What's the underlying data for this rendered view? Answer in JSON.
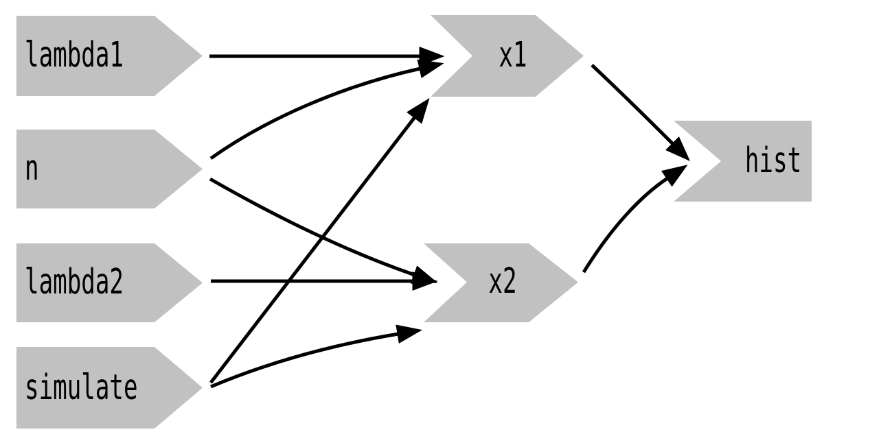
{
  "diagram": {
    "kind": "dependency-graph",
    "background_color": "#ffffff",
    "node_fill_color": "#c1c1c1",
    "edge_color": "#000000",
    "label_color": "#000000",
    "nodes": [
      {
        "id": "lambda1",
        "label": "lambda1",
        "shape": "arrow-right"
      },
      {
        "id": "n",
        "label": "n",
        "shape": "arrow-right"
      },
      {
        "id": "lambda2",
        "label": "lambda2",
        "shape": "arrow-right"
      },
      {
        "id": "simulate",
        "label": "simulate",
        "shape": "arrow-right"
      },
      {
        "id": "x1",
        "label": "x1",
        "shape": "chevron"
      },
      {
        "id": "x2",
        "label": "x2",
        "shape": "chevron"
      },
      {
        "id": "hist",
        "label": "hist",
        "shape": "notched-rect"
      }
    ],
    "edges": [
      {
        "from": "lambda1",
        "to": "x1"
      },
      {
        "from": "n",
        "to": "x1"
      },
      {
        "from": "n",
        "to": "x2"
      },
      {
        "from": "lambda2",
        "to": "x2"
      },
      {
        "from": "simulate",
        "to": "x1"
      },
      {
        "from": "simulate",
        "to": "x2"
      },
      {
        "from": "x1",
        "to": "hist"
      },
      {
        "from": "x2",
        "to": "hist"
      }
    ]
  }
}
